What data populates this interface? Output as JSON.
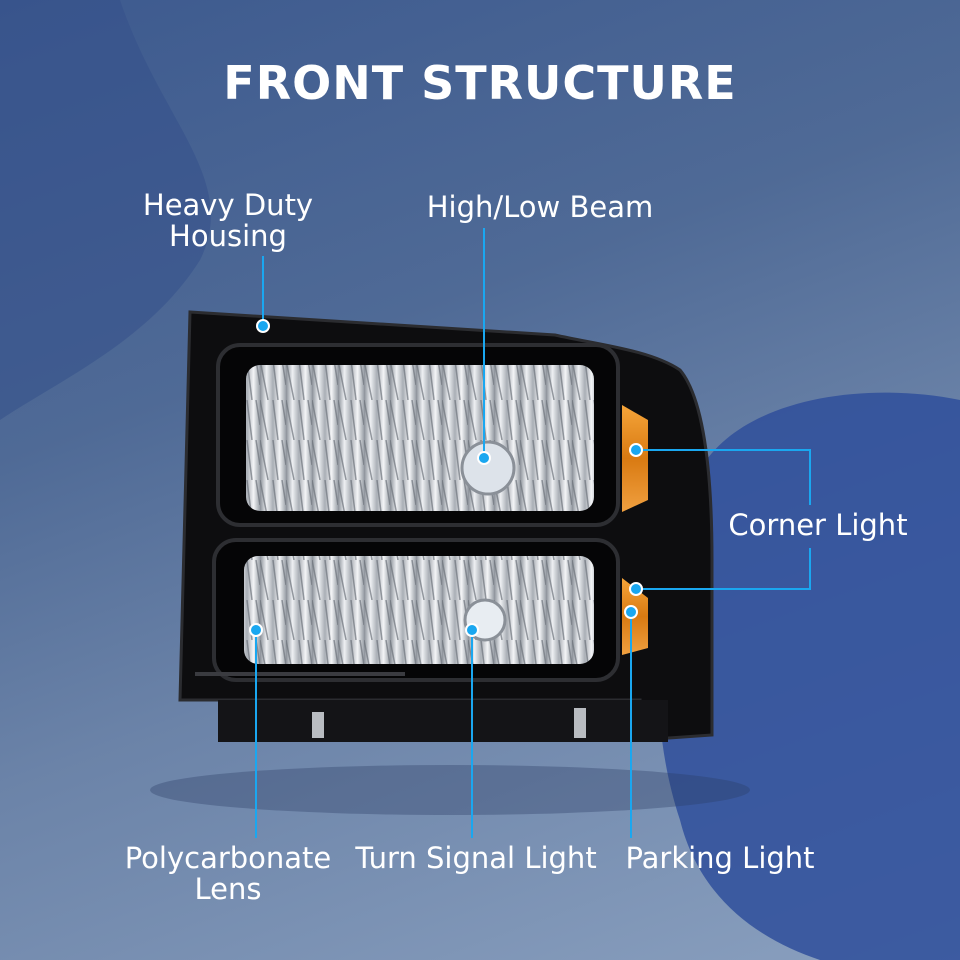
{
  "title": "FRONT STRUCTURE",
  "callouts": {
    "housing": [
      "Heavy Duty",
      "Housing"
    ],
    "beam": "High/Low Beam",
    "corner": "Corner Light",
    "lens": [
      "Polycarbonate",
      "Lens"
    ],
    "turn": "Turn Signal Light",
    "parking": "Parking Light"
  },
  "colors": {
    "callout_line": "#1aa7f0",
    "background_dark": "#3d5a8f",
    "background_accent": "#2f4f9b",
    "housing": "#0d0d0f",
    "amber": "#e58a1c",
    "chrome": "#c8ccd2"
  }
}
